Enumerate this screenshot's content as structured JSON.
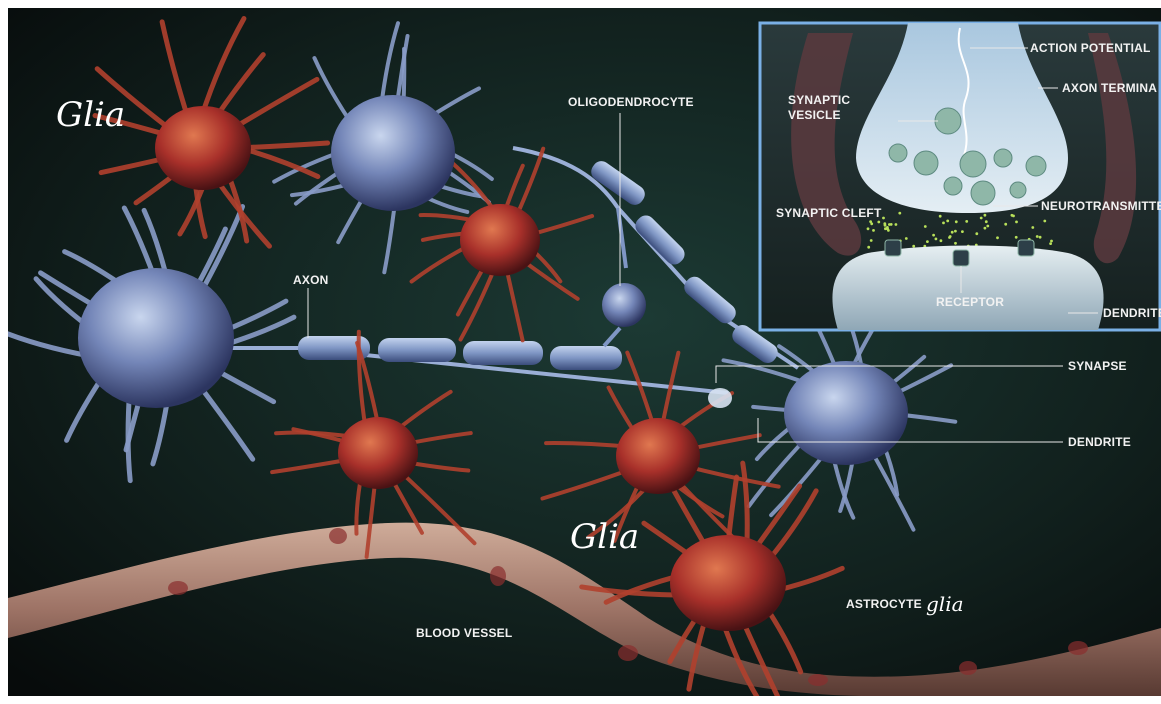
{
  "colors": {
    "background": "#0f1a18",
    "neuron": "#6f84b4",
    "glia": "#a8302a",
    "myelin": "#7f96c4",
    "blood_vessel": "#a5786a",
    "inset_border": "#7ab0e6"
  },
  "handwritten": {
    "glia_top": "Glia",
    "glia_middle": "Glia",
    "glia_astrocyte": "glia"
  },
  "labels": {
    "oligodendrocyte": "OLIGODENDROCYTE",
    "axon": "AXON",
    "synapse": "SYNAPSE",
    "dendrite": "DENDRITE",
    "astrocyte": "ASTROCYTE",
    "blood_vessel": "BLOOD VESSEL"
  },
  "inset": {
    "action_potential": "ACTION POTENTIAL",
    "axon_terminal": "AXON TERMINA",
    "synaptic_vesicle_line1": "SYNAPTIC",
    "synaptic_vesicle_line2": "VESICLE",
    "synaptic_cleft": "SYNAPTIC CLEFT",
    "neurotransmitter": "NEUROTRANSMITTE",
    "receptor": "RECEPTOR",
    "dendrite": "DENDRITE"
  }
}
